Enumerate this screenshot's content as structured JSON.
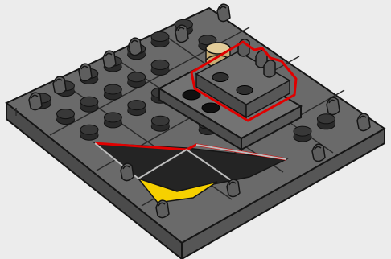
{
  "scene": {
    "subject": "lego-build-instruction-step",
    "colors": {
      "background": "#ececec",
      "brick_dark": "#5e5e5e",
      "brick_top": "#6f6f6f",
      "brick_side": "#4a4a4a",
      "outline": "#1a1a1a",
      "stud_top": "#2b2b2b",
      "tan_stud": "#d8c08a",
      "highlight_red": "#e00000",
      "yellow_tile": "#f6d000",
      "black_tile": "#222222"
    },
    "icons": [
      "gray-baseplate",
      "clip-plates",
      "tan-round-stud",
      "highlighted-new-part",
      "black-wedge-tiles",
      "yellow-triangle-tile"
    ]
  }
}
